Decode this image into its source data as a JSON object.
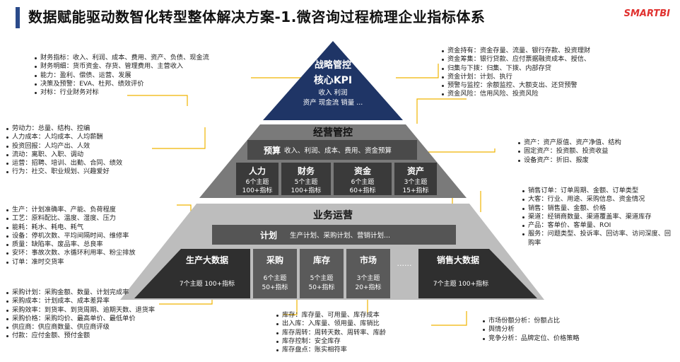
{
  "page": {
    "title": "数据赋能驱动数智化转型整体解决方案-1.微咨询过程梳理企业指标体系",
    "logo": "SMARTBI"
  },
  "pyramid": {
    "top": {
      "line1": "战略管控",
      "line2": "核心KPI",
      "line3": "收入 利润",
      "line4": "资产 现金流 销量 ..."
    },
    "mid": {
      "heading": "经营管控",
      "budget_title": "预算",
      "budget_items": "收入、利润、成本、费用、资金预算",
      "boxes": [
        {
          "name": "人力",
          "topics": "6个主题",
          "metrics": "100+指标"
        },
        {
          "name": "财务",
          "topics": "5个主题",
          "metrics": "100+指标"
        },
        {
          "name": "资金",
          "topics": "6个主题",
          "metrics": "60+指标"
        },
        {
          "name": "资产",
          "topics": "3个主题",
          "metrics": "15+指标"
        }
      ]
    },
    "bottom": {
      "heading": "业务运营",
      "plan_title": "计划",
      "plan_items": "生产计划、采购计划、营销计划...",
      "left_big": {
        "name": "生产大数据",
        "desc": "7个主题 100+指标"
      },
      "boxes": [
        {
          "name": "采购",
          "topics": "6个主题",
          "metrics": "50+指标"
        },
        {
          "name": "库存",
          "topics": "5个主题",
          "metrics": "50+指标"
        },
        {
          "name": "市场",
          "topics": "3个主题",
          "metrics": "20+指标"
        }
      ],
      "ellipsis": "......",
      "right_big": {
        "name": "销售大数据",
        "desc": "7个主题 100+指标"
      }
    }
  },
  "notes": {
    "strategy": [
      "财务指标：收入、利润、成本、费用、资产、负债、现金流",
      "财务明细：货币资金、存货、管理费用、主营收入",
      "能力：盈利、偿债、运营、发展",
      "决策及预警：EVA、杜邦、绩效评价",
      "对标：行业财务对标"
    ],
    "capital": [
      "资金持有：资金存量、流量、银行存款、投资理财",
      "资金筹集：银行贷款、应付票据融资成本、授信、",
      "归集与下拨：归集、下拨、内部存贷",
      "资金计划：计划、执行",
      "预警与监控：余额监控、大额支出、还贷预警",
      "资金风险：信用风险、投资风险"
    ],
    "hr": [
      "劳动力：总量、结构、控编",
      "人力成本：人均成本、人均薪酬",
      "投资回报：人均产出、人效",
      "流动：离职、入职、调动",
      "运营：招聘、培训、出勤、合同、绩效",
      "行为：社交、职业规划、兴趣爱好"
    ],
    "asset": [
      "资产：资产原值、资产净值、结构",
      "固定资产：投资额、投资收益",
      "设备资产：折旧、报废"
    ],
    "production": [
      "生产：计划准确率、产能、负荷程度",
      "工艺：原料配比、温度、湿度、压力",
      "能耗：耗水、耗电、耗气",
      "设备：停机次数、平均间隔时间、维修率",
      "质量：缺陷率、废品率、总良率",
      "安环：事故次数、水循环利用率、粉尘排放",
      "订单：准时交货率"
    ],
    "sales": [
      "销售订单：订单周期、金额、订单类型",
      "大客：行业、用途、采购信息、资金情况",
      "销售：销售量、金额、价格",
      "渠道：经销商数量、渠道覆盖率、渠道库存",
      "产品：客单价、客单量、ROI",
      "服务：问题类型、投诉率、回访率、访问深度、回购率"
    ],
    "purchase": [
      "采购计划：采购金额、数量、计划完成率",
      "采购成本：计划成本、成本差异率",
      "采购效率：到货率、到货周期、逾期天数、退货率",
      "采购价格：采购均价、最高单价、最低单价",
      "供应商：供应商数量、供应商评级",
      "付款：应付金额、预付金额"
    ],
    "inventory": [
      "库存：库存量、可用量、库存成本",
      "出入库：入库量、领用量、库销比",
      "库存周转：周转天数、周转率、库龄",
      "库存控制：安全库存",
      "库存盘点：账实相符率"
    ],
    "market": [
      "市场份额分析：份额占比",
      "舆情分析",
      "竞争分析：品牌定位、价格策略"
    ]
  }
}
